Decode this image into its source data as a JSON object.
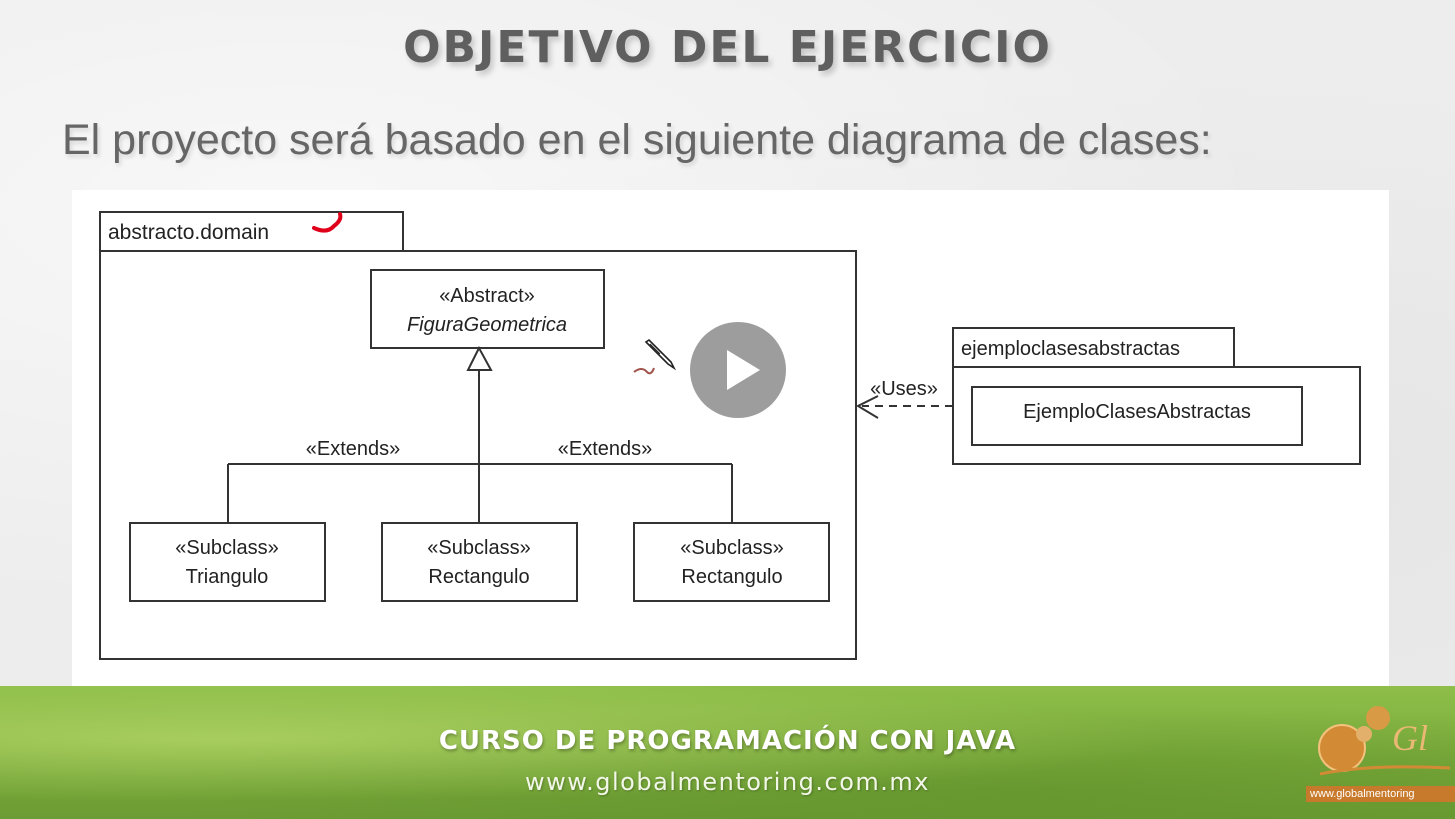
{
  "slide": {
    "title": "OBJETIVO DEL EJERCICIO",
    "subtitle": "El proyecto será basado en el siguiente diagrama de clases:"
  },
  "diagram": {
    "package_domain": "abstracto.domain",
    "abstract_stereotype": "«Abstract»",
    "abstract_class": "FiguraGeometrica",
    "extends_label_left": "«Extends»",
    "extends_label_right": "«Extends»",
    "subclasses": [
      {
        "stereotype": "«Subclass»",
        "name": "Triangulo"
      },
      {
        "stereotype": "«Subclass»",
        "name": "Rectangulo"
      },
      {
        "stereotype": "«Subclass»",
        "name": "Rectangulo"
      }
    ],
    "uses_label": "«Uses»",
    "package_client": "ejemploclasesabstractas",
    "client_class": "EjemploClasesAbstractas"
  },
  "footer": {
    "course": "CURSO DE PROGRAMACIÓN CON JAVA",
    "url": "www.globalmentoring.com.mx",
    "logo_url": "www.globalmentoring"
  },
  "icons": {
    "play": "play-icon",
    "pencil": "pencil-cursor-icon"
  },
  "colors": {
    "title": "#5f5f5f",
    "footer_green": "#7fae3e",
    "play_bg": "#8c8c8c",
    "annotation_red": "#e0001a"
  }
}
